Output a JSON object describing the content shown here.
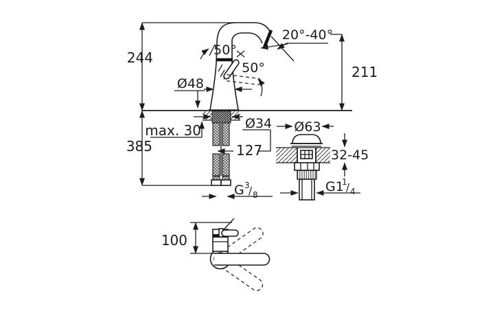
{
  "drawing": {
    "type": "faucet installation technical drawing",
    "line_color": "#1c1c1c",
    "background": "#ffffff",
    "front_view": {
      "height_to_spout_top": "244",
      "total_height_with_hoses": "385",
      "max_counter_thickness": "max. 30",
      "base_diameter": "Ø48",
      "mounting_hole_diameter": "Ø34",
      "hose_length": "127",
      "handle_swivel_angle": "50°",
      "handle_lift_angle": "50°",
      "spout_angle_range": "20°-40°",
      "spout_outlet_height": "211",
      "supply_thread": {
        "base": "G",
        "numerator": "3",
        "slash": "/",
        "denominator": "8"
      }
    },
    "drain_view": {
      "cap_diameter": "Ø63",
      "counter_thickness_range": "32-45",
      "drain_thread": {
        "base": "G1",
        "numerator": "1",
        "slash": "/",
        "denominator": "4"
      }
    },
    "top_view": {
      "lever_projection": "100"
    }
  }
}
